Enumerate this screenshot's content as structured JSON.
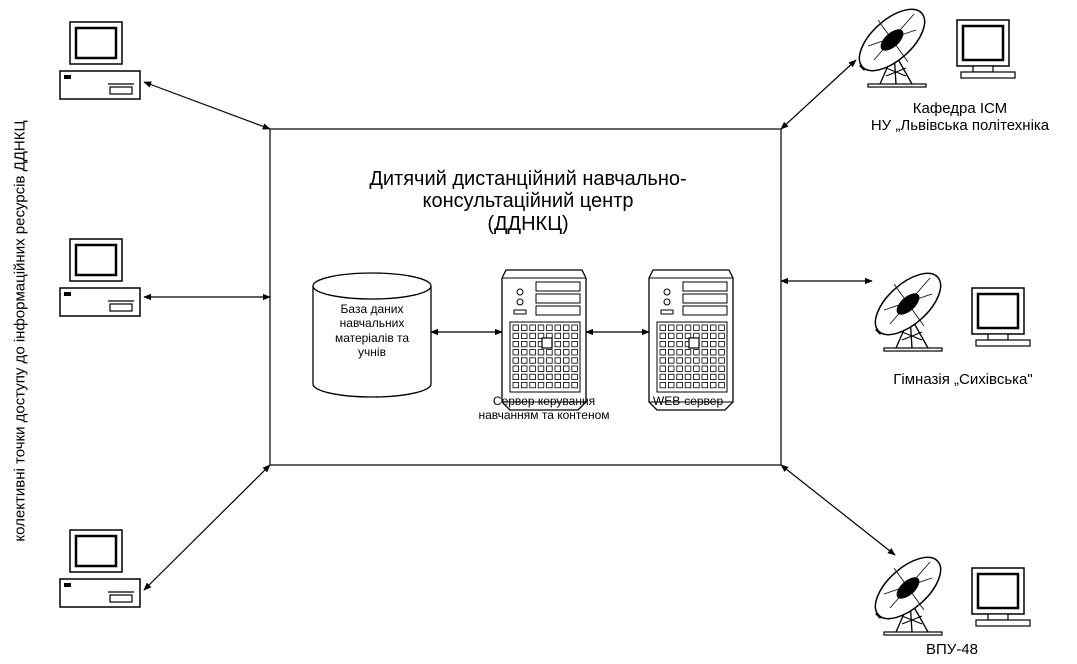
{
  "side_label": "колективні точки доступу до інформаційних ресурсів  ДДНКЦ",
  "center": {
    "title_lines": [
      "Дитячий дистанційний навчально-",
      "консультаційний центр",
      "(ДДНКЦ)"
    ]
  },
  "database": {
    "lines": [
      "База даних",
      "навчальних",
      "матеріалів та",
      "учнів"
    ]
  },
  "servers": [
    {
      "label_lines": [
        "Сервер керування",
        "навчанням та контеном"
      ]
    },
    {
      "label_lines": [
        "WEB-сервер"
      ]
    }
  ],
  "sites": [
    {
      "label_lines": [
        "Кафедра ІСМ",
        "НУ „Львівська політехніка"
      ]
    },
    {
      "label_lines": [
        "Гімназія „Сихівська\""
      ]
    },
    {
      "label_lines": [
        "ВПУ-48"
      ]
    }
  ],
  "icons": [
    "desktop-computer-icon",
    "satellite-dish-icon",
    "monitor-icon",
    "tower-server-icon",
    "database-cylinder-icon"
  ]
}
